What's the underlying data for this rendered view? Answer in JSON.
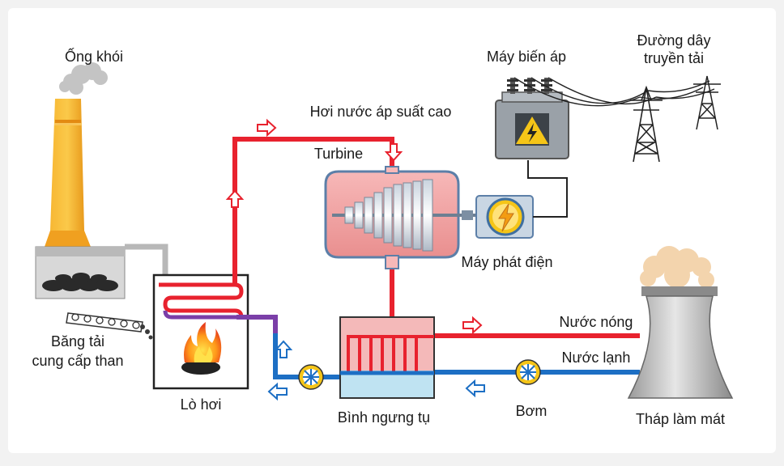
{
  "labels": {
    "chimney": "Ống khói",
    "transformer": "Máy biến áp",
    "power_line_1": "Đường dây",
    "power_line_2": "truyền tải",
    "high_pressure_steam": "Hơi nước áp suất cao",
    "turbine": "Turbine",
    "generator": "Máy phát điện",
    "coal_conveyor_1": "Băng tải",
    "coal_conveyor_2": "cung cấp than",
    "boiler": "Lò hơi",
    "condenser": "Bình ngưng tụ",
    "pump": "Bơm",
    "hot_water": "Nước nóng",
    "cold_water": "Nước lạnh",
    "cooling_tower": "Tháp làm mát"
  },
  "colors": {
    "steam_pipe": "#e8222e",
    "cold_pipe": "#1d6fc4",
    "mixed_pipe": "#7b3fa8",
    "chimney": "#f5a623",
    "background": "#ffffff",
    "frame": "#f2f2f2"
  }
}
